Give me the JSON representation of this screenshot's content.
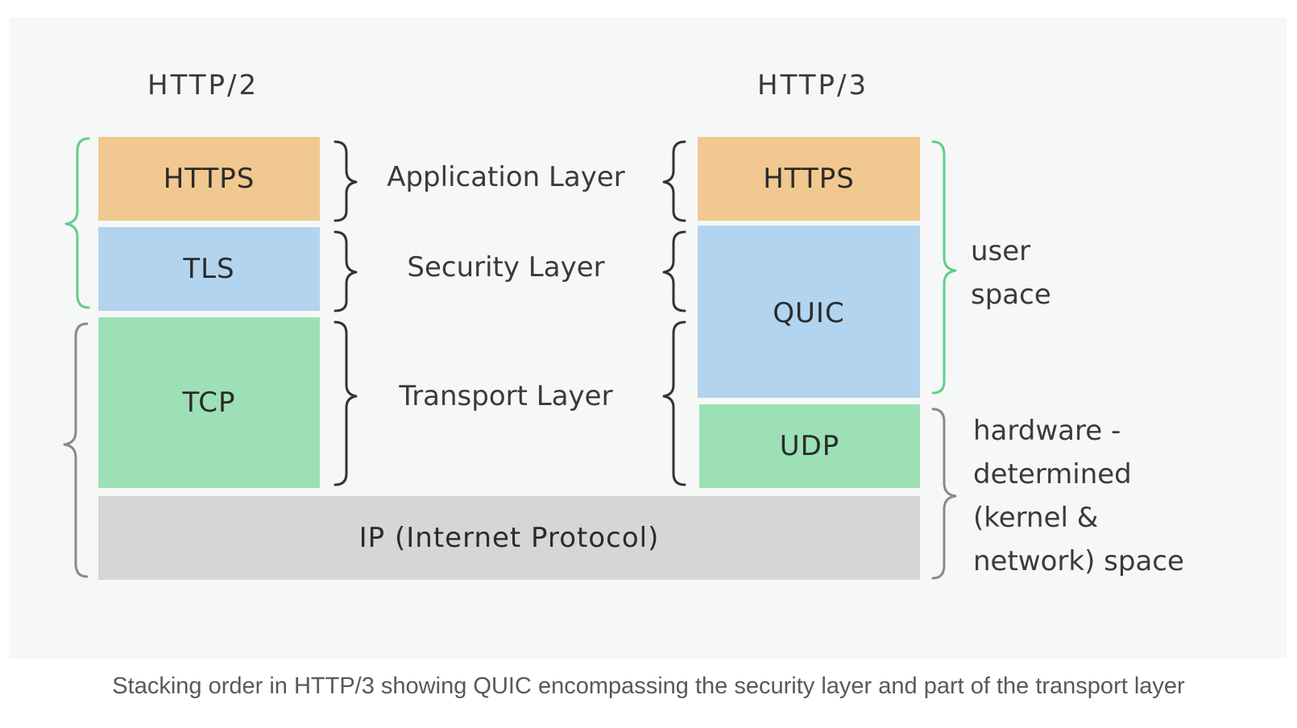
{
  "http2": {
    "heading": "HTTP/2",
    "blocks": {
      "https": "HTTPS",
      "tls": "TLS",
      "tcp": "TCP"
    }
  },
  "http3": {
    "heading": "HTTP/3",
    "blocks": {
      "https": "HTTPS",
      "quic": "QUIC",
      "udp": "UDP"
    }
  },
  "shared": {
    "ip": "IP (Internet Protocol)"
  },
  "layers": {
    "application": "Application Layer",
    "security": "Security Layer",
    "transport": "Transport Layer"
  },
  "spaces": {
    "user_line1": "user",
    "user_line2": "space",
    "hw_line1": "hardware -",
    "hw_line2": "determined",
    "hw_line3": "(kernel &",
    "hw_line4": "network) space"
  },
  "colors": {
    "https": "#f1c890",
    "tls_quic": "#b3d4ef",
    "transport": "#9de0b6",
    "ip": "#d6d6d6",
    "user_space_brace": "#5fcf8a",
    "gray_brace": "#8a8a8a"
  },
  "caption": "Stacking order in HTTP/3 showing QUIC encompassing the security layer and part of the transport layer"
}
